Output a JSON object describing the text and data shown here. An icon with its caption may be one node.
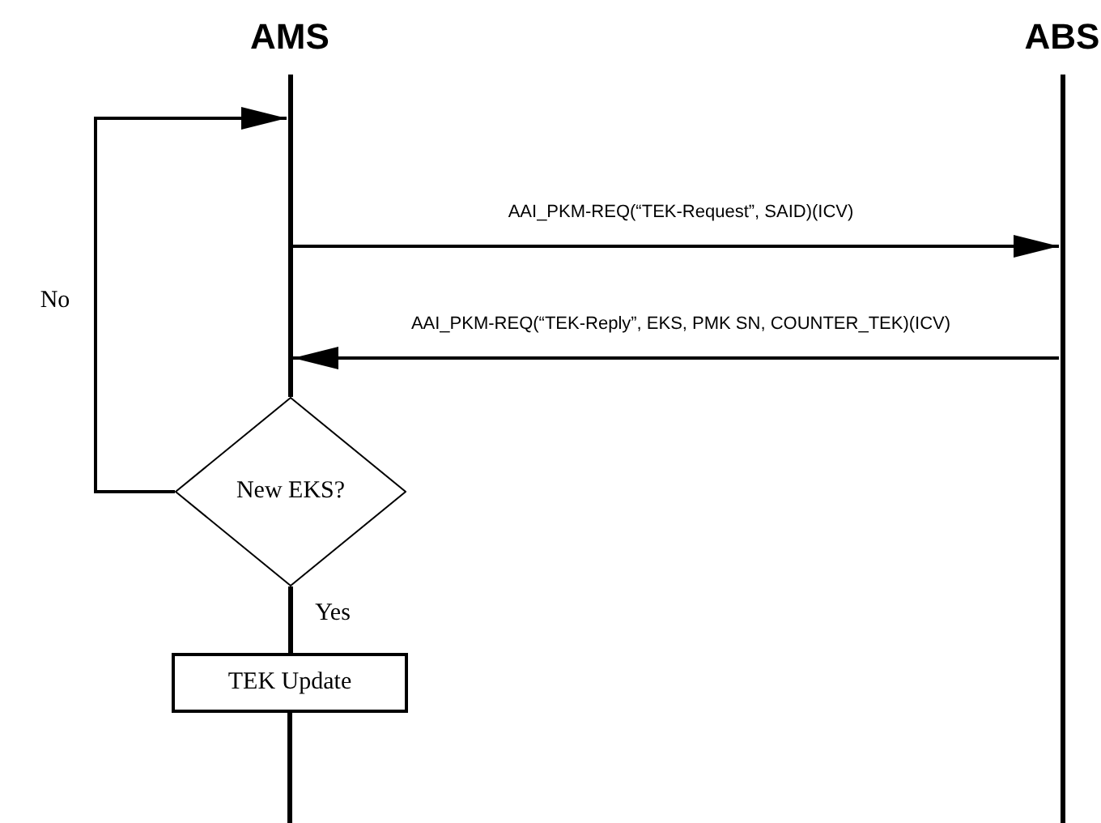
{
  "diagram": {
    "nodes": [
      {
        "text": [
          "AMS"
        ]
      },
      {
        "text": [
          "ABS"
        ]
      },
      {
        "text": [
          "New EKS?"
        ]
      },
      {
        "text": [
          "TEK Update"
        ]
      }
    ],
    "edges": [
      {
        "from": 0,
        "to": 1,
        "arrow": "to",
        "label": "AAI_PKM-REQ(“TEK-Request”, SAID)(ICV)"
      },
      {
        "from": 1,
        "to": 0,
        "arrow": "to",
        "label": "AAI_PKM-REQ(“TEK-Reply”, EKS, PMK SN, COUNTER_TEK)(ICV)"
      },
      {
        "from": 2,
        "to": 0,
        "arrow": "to",
        "label": "No"
      },
      {
        "from": 2,
        "to": 3,
        "arrow": "none",
        "label": "Yes"
      },
      {
        "from": 3,
        "to": null,
        "arrow": "none"
      }
    ]
  }
}
